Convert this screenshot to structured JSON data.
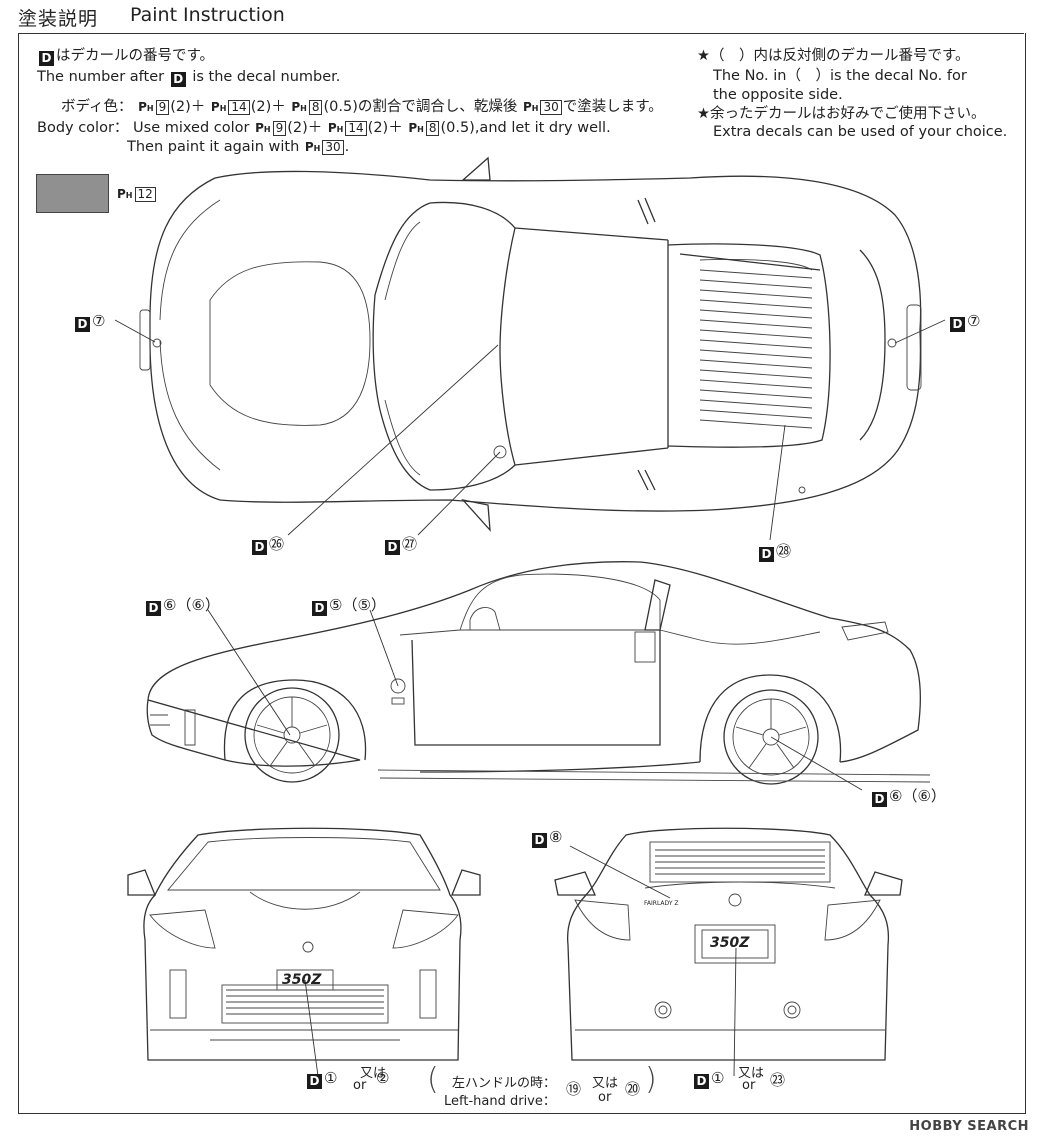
{
  "header": {
    "title_jp": "塗装説明",
    "title_en": "Paint Instruction"
  },
  "intro": {
    "decal_prefix": "D",
    "line1_jp": "はデカールの番号です。",
    "line1_en_pre": "The number after",
    "line1_en_post": "is the decal number."
  },
  "body_color": {
    "label_jp": "ボディ色：",
    "mix_jp_suffix": "の割合で調合し、乾燥後",
    "final_jp_suffix": "で塗装します。",
    "label_en": "Body color：",
    "mix_en_pre": "Use mixed color",
    "mix_en_post": ",and let it dry well.",
    "line3_en_pre": "Then paint it again with",
    "line3_en_post": ".",
    "paints": [
      {
        "code": "9",
        "ratio": "(2)"
      },
      {
        "code": "14",
        "ratio": "(2)"
      },
      {
        "code": "8",
        "ratio": "(0.5)"
      }
    ],
    "final_paint": "30",
    "plus": "＋"
  },
  "notes": {
    "star": "★",
    "note1_jp": "（　）内は反対側のデカール番号です。",
    "note1_en_l1": "The No. in（　）is the decal No. for",
    "note1_en_l2": "the opposite side.",
    "note2_jp": "余ったデカールはお好みでご使用下さい。",
    "note2_en": "Extra decals can be used of your choice."
  },
  "swatch": {
    "paint_code": "12",
    "color": "#909090"
  },
  "paint_prefix": "P",
  "paint_sub": "H",
  "decal_labels": {
    "top_left": "⑦",
    "top_right": "⑦",
    "roof": "㉖",
    "door_top": "㉗",
    "rear_window": "㉘",
    "front_wheel": "⑥（⑥）",
    "side_emblem": "⑤（⑤）",
    "rear_wheel": "⑥（⑥）",
    "rear_badge": "⑧"
  },
  "bottom": {
    "d1": "①",
    "mata_wa": "又は",
    "or": "or",
    "alt_front": "②",
    "lhd_jp": "左ハンドルの時：",
    "lhd_en": "Left-hand drive：",
    "lhd_a": "⑲",
    "lhd_b": "⑳",
    "rear_d1": "①",
    "rear_alt": "㉓"
  },
  "plates": {
    "front": "350Z",
    "rear": "350Z",
    "badge": "FAIRLADY Z"
  },
  "watermark": "HOBBY SEARCH"
}
